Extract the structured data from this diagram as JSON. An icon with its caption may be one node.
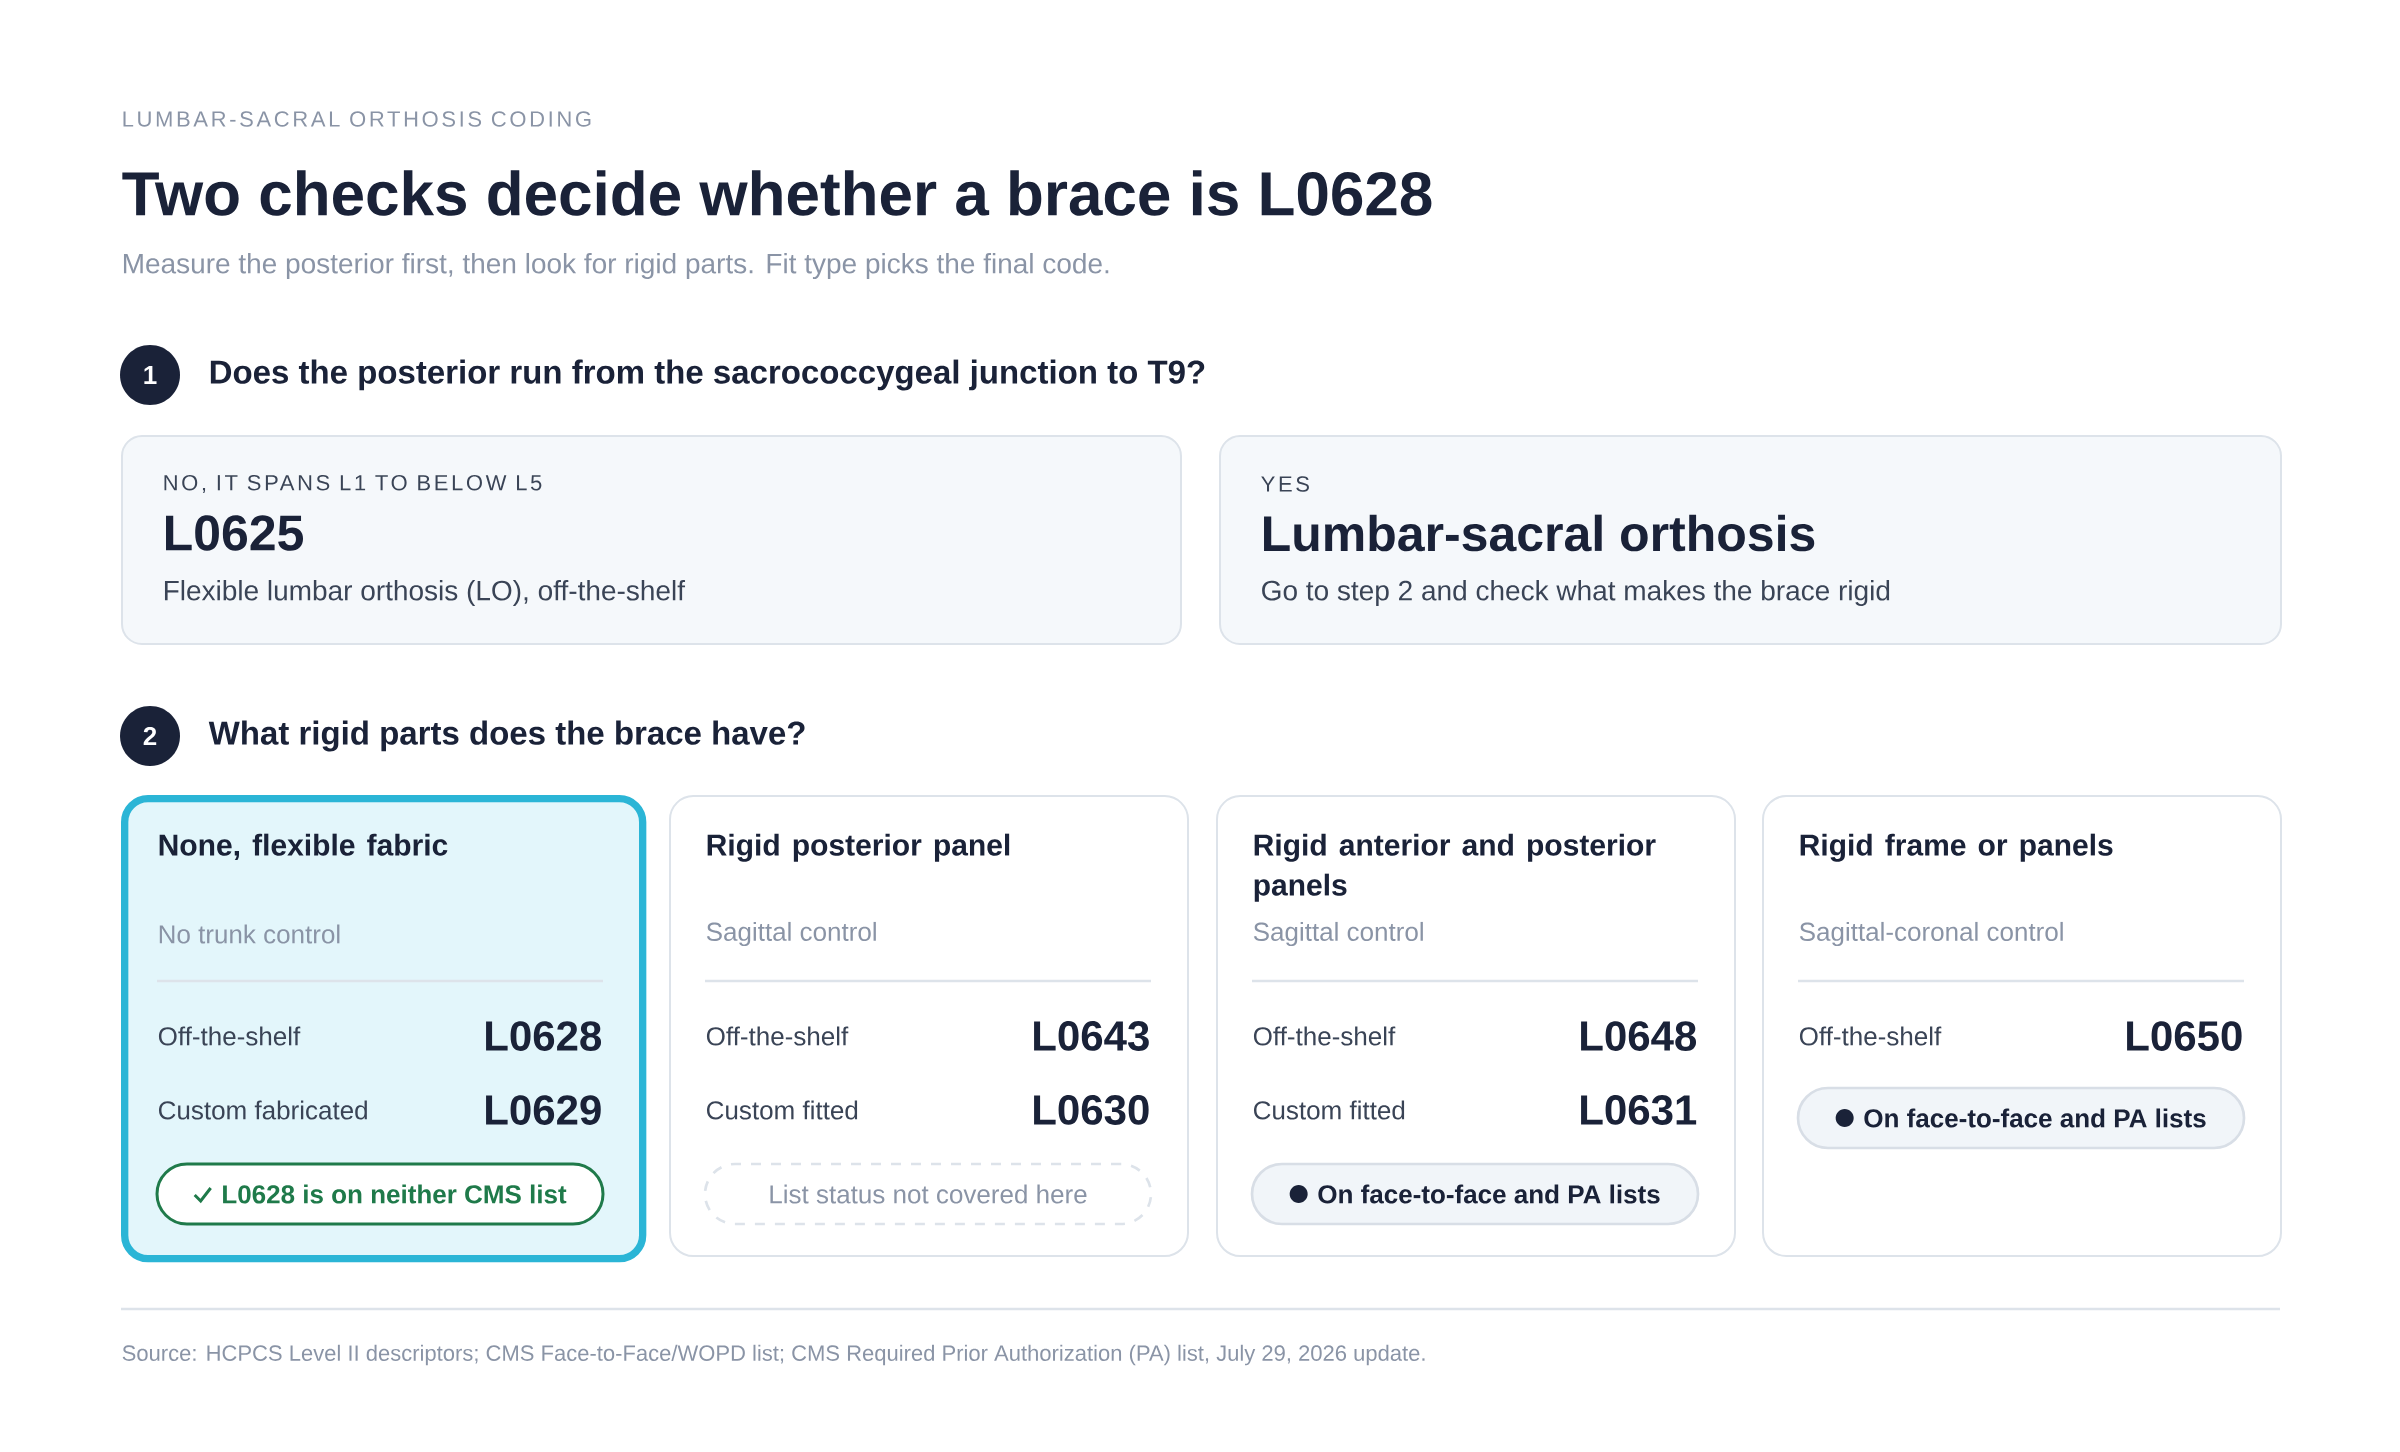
{
  "diagram": {
    "title": "Two checks decide whether a brace is L0628",
    "nodes": [
      {
        "text": [
          "1"
        ],
        "beside": [
          "Does the posterior run from the sacrococcygeal junction to T9?"
        ]
      },
      {
        "text": [
          "NO, IT SPANS L1 TO BELOW L5",
          "L0625",
          "Flexible lumbar orthosis (LO), off-the-shelf"
        ]
      },
      {
        "text": [
          "YES",
          "Lumbar-sacral orthosis",
          "Go to step 2 and check what makes the brace rigid"
        ]
      },
      {
        "text": [
          "2"
        ],
        "beside": [
          "What rigid parts does the brace have?"
        ]
      },
      {
        "text": [
          "None, flexible fabric",
          "No trunk control",
          "Off-the-shelf",
          "L0628",
          "Custom fabricated",
          "L0629"
        ]
      },
      {
        "text": [
          "L0628 is on neither CMS list"
        ],
        "in": 4
      },
      {
        "text": [
          "Rigid posterior panel",
          "Sagittal control",
          "Off-the-shelf",
          "L0643",
          "Custom fitted",
          "L0630"
        ]
      },
      {
        "text": [
          "List status not covered here"
        ],
        "in": 6
      },
      {
        "text": [
          "Rigid anterior and posterior panels",
          "Sagittal control",
          "Off-the-shelf",
          "L0648",
          "Custom fitted",
          "L0631"
        ]
      },
      {
        "text": [
          "On face-to-face and PA lists"
        ],
        "in": 8
      },
      {
        "text": [
          "Rigid frame or panels",
          "Sagittal-coronal control",
          "Off-the-shelf",
          "L0650"
        ]
      },
      {
        "text": [
          "On face-to-face and PA lists"
        ],
        "in": 10
      }
    ],
    "labels": [
      "LUMBAR-SACRAL ORTHOSIS CODING",
      "Measure the posterior first, then look for rigid parts. Fit type picks the final code.",
      "Source: HCPCS Level II descriptors; CMS Face-to-Face/WOPD list; CMS Required Prior Authorization (PA) list, July 29, 2026 update."
    ]
  }
}
